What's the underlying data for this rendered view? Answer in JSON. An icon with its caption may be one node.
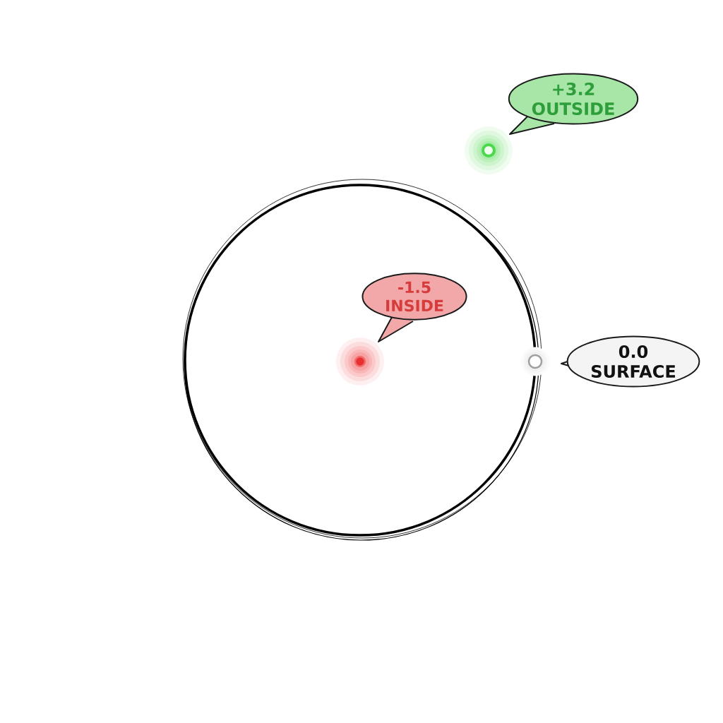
{
  "diagram": {
    "nodes": [
      {
        "text": [],
        "shape": "circle"
      },
      {
        "text": [
          "+3.2 OUTSIDE"
        ]
      },
      {
        "text": [],
        "shape": "circle"
      },
      {
        "text": [
          "-1.5 INSIDE"
        ],
        "in": 0
      },
      {
        "text": [],
        "shape": "circle",
        "in": 0
      },
      {
        "text": [],
        "shape": "circle"
      },
      {
        "text": [
          "0.0 SURFACE"
        ]
      }
    ]
  }
}
